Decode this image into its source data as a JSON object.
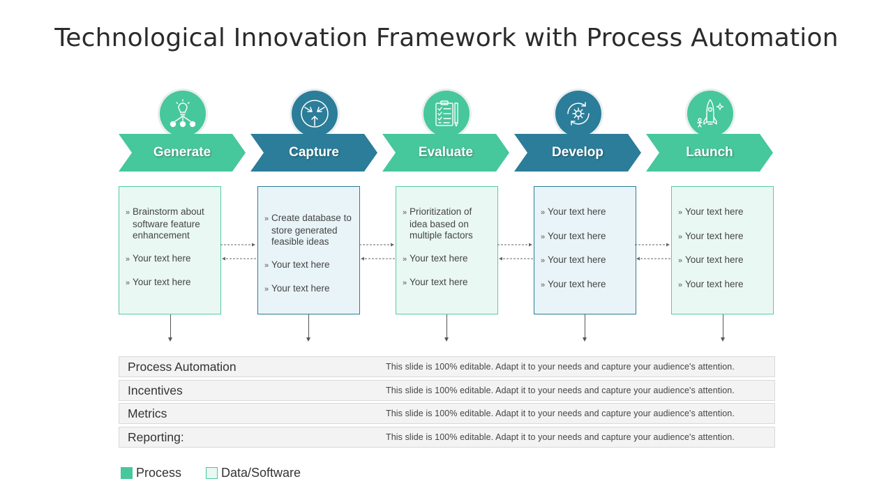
{
  "title": "Technological Innovation Framework with Process Automation",
  "colors": {
    "green": "#46c79c",
    "blue": "#2b7d99",
    "green_light": "#eaf8f3",
    "blue_light": "#e9f4f8"
  },
  "stages": [
    {
      "label": "Generate",
      "icon": "lightbulb-icon",
      "color": "green",
      "items": [
        "Brainstorm about software feature enhancement",
        "Your text here",
        "Your text here"
      ]
    },
    {
      "label": "Capture",
      "icon": "converging-arrows-icon",
      "color": "blue",
      "items": [
        "Create database to store generated feasible ideas",
        "Your text here",
        "Your text here"
      ]
    },
    {
      "label": "Evaluate",
      "icon": "checklist-clipboard-icon",
      "color": "green",
      "items": [
        "Prioritization of idea based on multiple factors",
        "Your text here",
        "Your text here"
      ]
    },
    {
      "label": "Develop",
      "icon": "gear-cycle-icon",
      "color": "blue",
      "items": [
        "Your text here",
        "Your text here",
        "Your text here",
        "Your text here"
      ]
    },
    {
      "label": "Launch",
      "icon": "rocket-icon",
      "color": "green",
      "items": [
        "Your text here",
        "Your text here",
        "Your text here",
        "Your text here"
      ]
    }
  ],
  "rows": [
    {
      "label": "Process Automation",
      "text": "This slide is 100% editable. Adapt it to your needs and capture your audience's attention."
    },
    {
      "label": "Incentives",
      "text": "This slide is 100% editable. Adapt it to your needs and capture your audience's attention."
    },
    {
      "label": "Metrics",
      "text": "This slide is 100% editable. Adapt it to your needs and capture your audience's attention."
    },
    {
      "label": "Reporting:",
      "text": "This slide is 100% editable. Adapt it to your needs and capture your audience's attention."
    }
  ],
  "legend": [
    {
      "label": "Process",
      "color": "green"
    },
    {
      "label": "Data/Software",
      "color": "green_light"
    }
  ]
}
